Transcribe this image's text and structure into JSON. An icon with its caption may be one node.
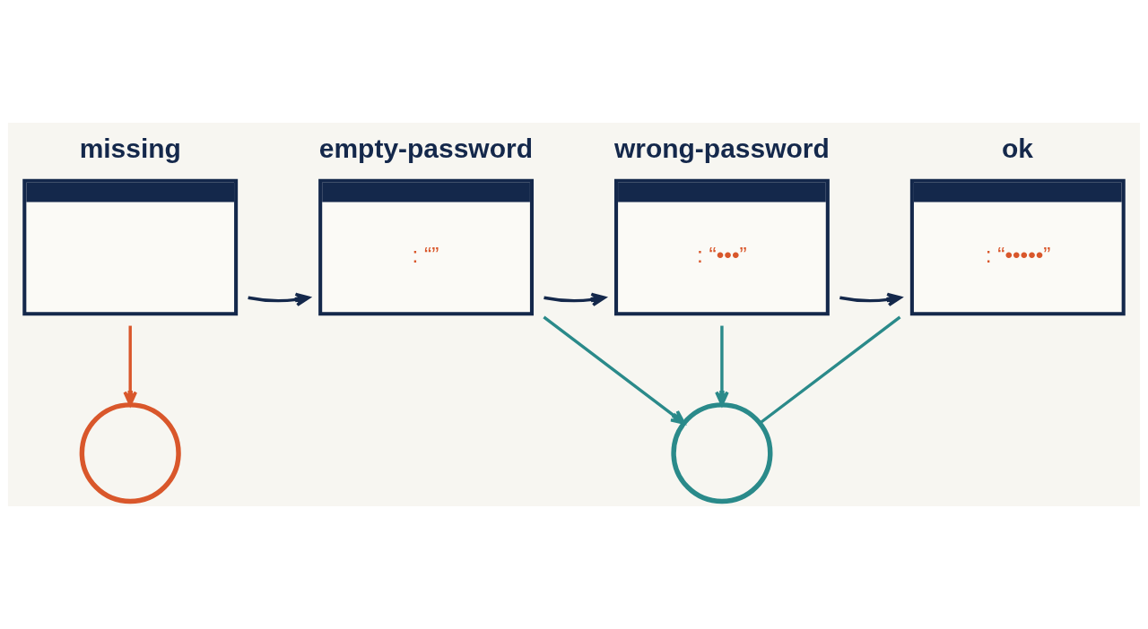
{
  "diagram": {
    "nodes": [
      {
        "text": [
          "missing"
        ]
      },
      {
        "text": [
          "empty-password",
          ": “”"
        ]
      },
      {
        "text": [
          "wrong-password",
          ": “•••”"
        ]
      },
      {
        "text": [
          "ok",
          ": “•••••”"
        ]
      },
      {
        "text": [],
        "shape": "circle"
      },
      {
        "text": [],
        "shape": "circle"
      }
    ],
    "edges": [
      {
        "from": 0,
        "to": 1,
        "arrow": "to",
        "color": "#14284b"
      },
      {
        "from": 1,
        "to": 2,
        "arrow": "to",
        "color": "#14284b"
      },
      {
        "from": 2,
        "to": 3,
        "arrow": "to",
        "color": "#14284b"
      },
      {
        "from": 0,
        "to": 4,
        "arrow": "to",
        "color": "#d9572b"
      },
      {
        "from": 1,
        "to": 5,
        "arrow": "to",
        "color": "#2a8a8a"
      },
      {
        "from": 2,
        "to": 5,
        "arrow": "to",
        "color": "#2a8a8a"
      },
      {
        "from": 3,
        "to": 5,
        "arrow": "none",
        "color": "#2a8a8a"
      }
    ]
  }
}
